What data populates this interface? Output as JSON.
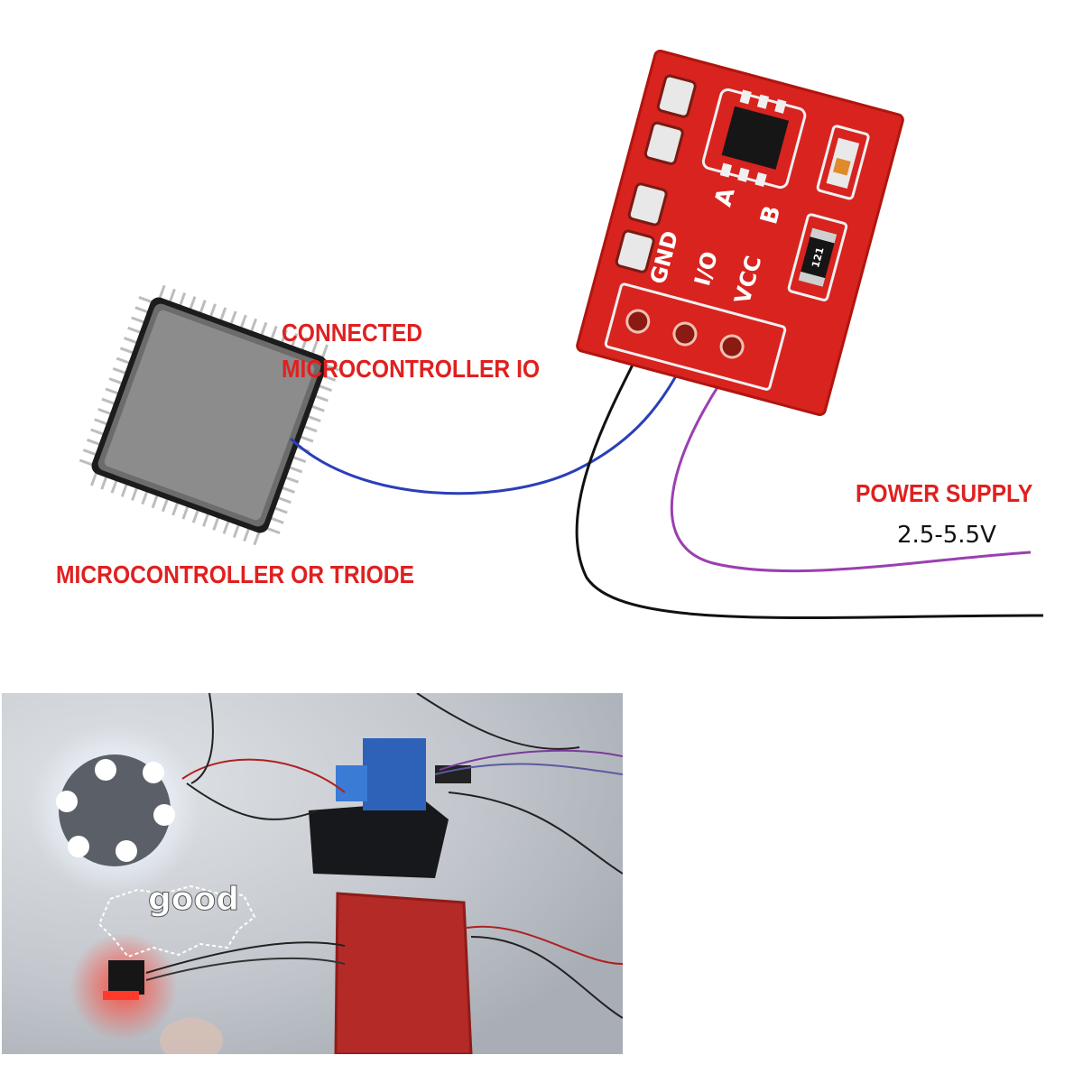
{
  "labels": {
    "connected_line1": "CONNECTED",
    "connected_line2": "MICROCONTROLLER IO",
    "micro_or_triode": "MICROCONTROLLER OR TRIODE",
    "power_supply": "POWER SUPPLY",
    "voltage": "2.5-5.5V"
  },
  "pcb": {
    "pin_gnd": "GND",
    "pin_io": "I/O",
    "pin_vcc": "VCC",
    "pad_a": "A",
    "pad_b": "B",
    "resistor_code": "121"
  },
  "photo": {
    "caption": "good"
  },
  "colors": {
    "label_red": "#e02020",
    "pcb_red": "#d8231f",
    "wire_io": "#2a3fb8",
    "wire_vcc": "#9b3fb0",
    "wire_gnd": "#111111"
  }
}
